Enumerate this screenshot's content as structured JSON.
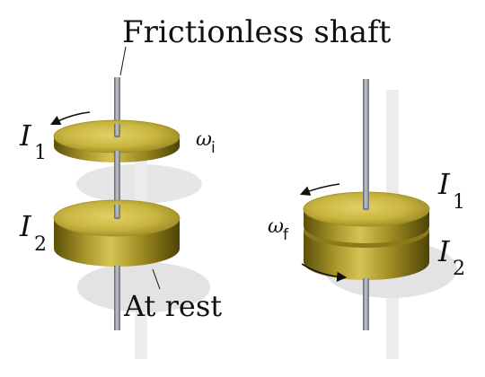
{
  "labels": {
    "shaft": "Frictionless shaft",
    "at_rest": "At rest",
    "i1_left": {
      "main": "I",
      "sub": "1"
    },
    "i2_left": {
      "main": "I",
      "sub": "2"
    },
    "i1_right": {
      "main": "I",
      "sub": "1"
    },
    "i2_right": {
      "main": "I",
      "sub": "2"
    },
    "omega_i": {
      "main": "ω",
      "sub": "i"
    },
    "omega_f": {
      "main": "ω",
      "sub": "f"
    }
  },
  "colors": {
    "disk_light": "#d8c44a",
    "disk_mid": "#b5a12c",
    "disk_dark": "#6d5f10",
    "shaft": "#8e949b",
    "shadow": "#e3e3e3"
  }
}
